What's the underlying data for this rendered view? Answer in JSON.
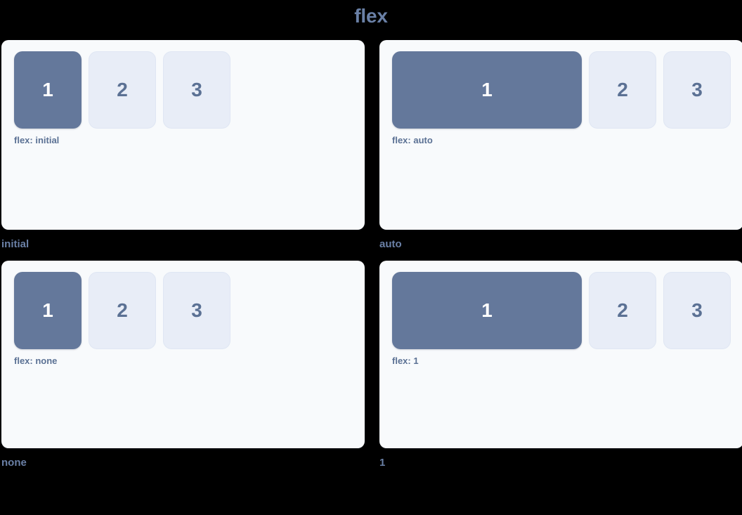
{
  "title": "flex",
  "colors": {
    "page_background": "#000000",
    "panel_background": "#f8fafc",
    "primary_box": "#64789b",
    "primary_box_text": "#ffffff",
    "muted_box": "#e8edf7",
    "muted_box_text": "#5b7194",
    "muted_box_border": "#dfe6f3",
    "title_text": "#6a80a6",
    "caption_text": "#6a80a6",
    "flex_label_text": "#5b7194"
  },
  "demos": [
    {
      "caption": "initial",
      "flex_label": "flex: initial",
      "flex_mode": "initial",
      "boxes": [
        {
          "label": "1",
          "style": "primary"
        },
        {
          "label": "2",
          "style": "muted"
        },
        {
          "label": "3",
          "style": "muted"
        }
      ]
    },
    {
      "caption": "auto",
      "flex_label": "flex: auto",
      "flex_mode": "auto",
      "boxes": [
        {
          "label": "1",
          "style": "primary"
        },
        {
          "label": "2",
          "style": "muted"
        },
        {
          "label": "3",
          "style": "muted"
        }
      ]
    },
    {
      "caption": "none",
      "flex_label": "flex: none",
      "flex_mode": "none",
      "boxes": [
        {
          "label": "1",
          "style": "primary"
        },
        {
          "label": "2",
          "style": "muted"
        },
        {
          "label": "3",
          "style": "muted"
        }
      ]
    },
    {
      "caption": "1",
      "flex_label": "flex: 1",
      "flex_mode": "one",
      "boxes": [
        {
          "label": "1",
          "style": "primary"
        },
        {
          "label": "2",
          "style": "muted"
        },
        {
          "label": "3",
          "style": "muted"
        }
      ]
    }
  ]
}
